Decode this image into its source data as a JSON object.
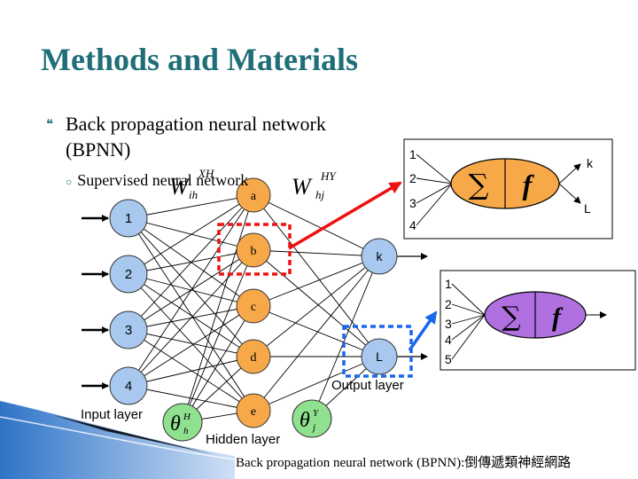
{
  "slide": {
    "title": "Methods and Materials",
    "bullet1_line1": "Back propagation neural network",
    "bullet1_line2": "(BPNN)",
    "bullet2": "Supervised neural network",
    "caption": "Back propagation neural network (BPNN):倒傳遞類神經網路"
  },
  "network": {
    "input_nodes": [
      "1",
      "2",
      "3",
      "4"
    ],
    "hidden_nodes": [
      "a",
      "b",
      "c",
      "d",
      "e"
    ],
    "output_nodes": [
      "k",
      "L"
    ],
    "input_layer_label": "Input layer",
    "hidden_layer_label": "Hidden layer",
    "output_layer_label": "Output layer",
    "weight_input_hidden": {
      "base": "W",
      "sup": "XH",
      "sub": "ih"
    },
    "weight_hidden_output": {
      "base": "W",
      "sup": "HY",
      "sub": "hj"
    },
    "theta_hidden": {
      "base": "θ",
      "sup": "H",
      "sub": "h"
    },
    "theta_output": {
      "base": "θ",
      "sup": "Y",
      "sub": "j"
    }
  },
  "neuron_detail_hidden": {
    "inputs": [
      "1",
      "2",
      "3",
      "4"
    ],
    "outputs": [
      "k",
      "L"
    ],
    "sum_symbol": "∑",
    "func_symbol": "f"
  },
  "neuron_detail_output": {
    "inputs": [
      "1",
      "2",
      "3",
      "4",
      "5"
    ],
    "sum_symbol": "∑",
    "func_symbol": "f"
  },
  "colors": {
    "title": "#1f6e78",
    "input_node": "#a8c8ef",
    "hidden_node": "#f7a94a",
    "output_node": "#a8c8ef",
    "bias_node": "#8fe08f",
    "neuron_hidden": "#f7a94a",
    "neuron_output": "#b070e0",
    "highlight_hidden": "#ee1111",
    "highlight_output": "#1a66ee",
    "corner_blue": "#3f86d6"
  }
}
